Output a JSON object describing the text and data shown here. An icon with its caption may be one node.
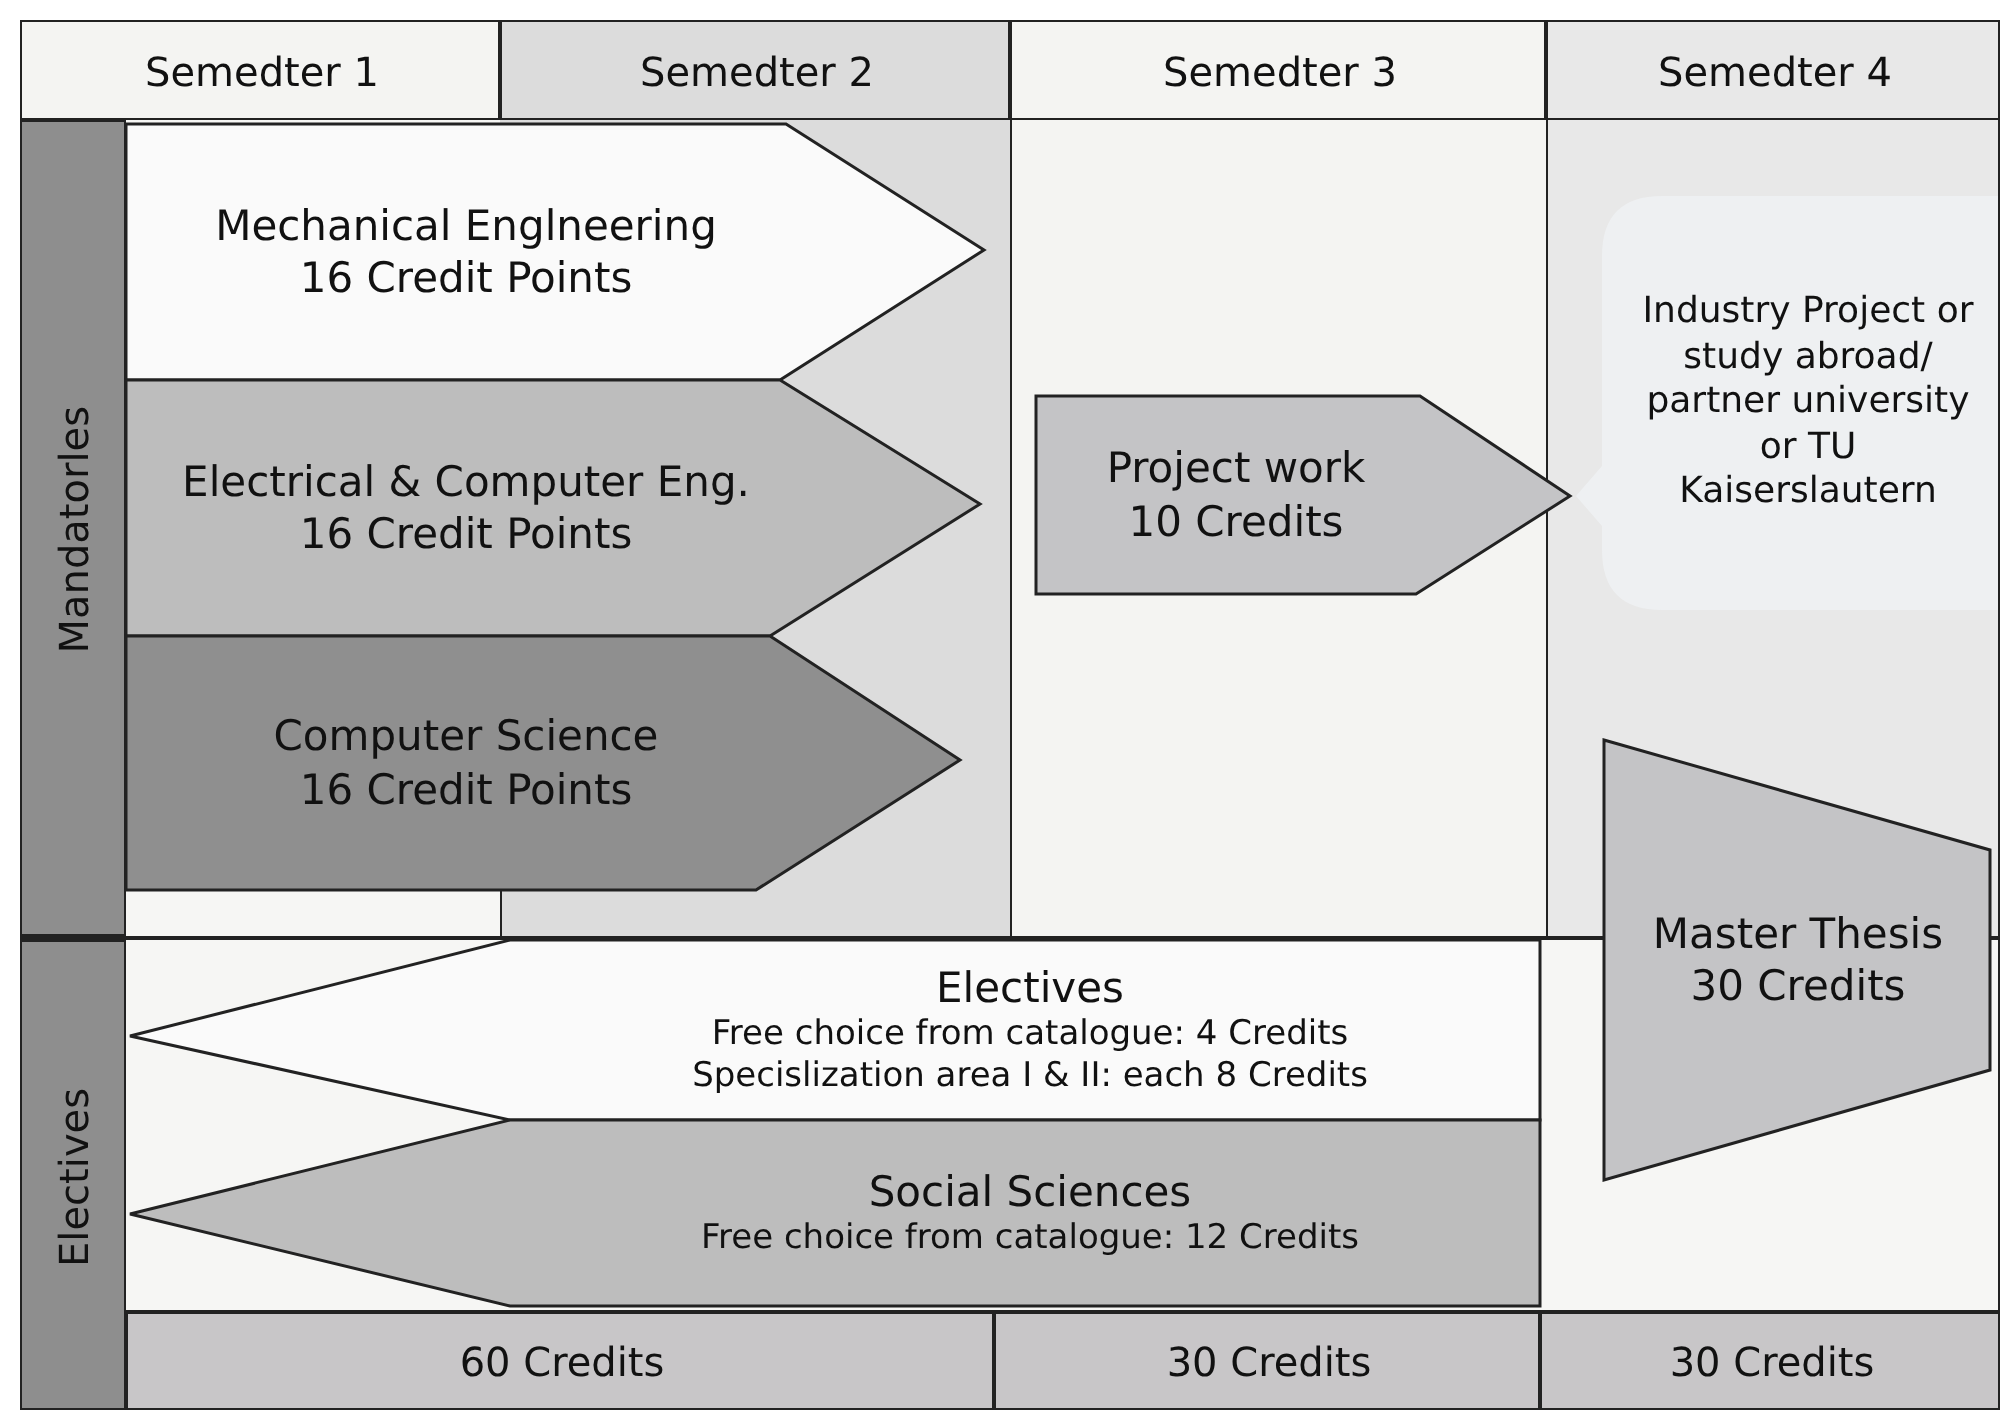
{
  "diagram": {
    "nodes": [
      {
        "text": [
          "Semedter 1"
        ]
      },
      {
        "text": [
          "Semedter 2"
        ]
      },
      {
        "text": [
          "Semedter 3"
        ]
      },
      {
        "text": [
          "Semedter 4"
        ]
      },
      {
        "text": [
          "Mandatorles"
        ]
      },
      {
        "text": [
          "Mechanical Englneering",
          "16 Credit Points"
        ]
      },
      {
        "text": [
          "Electrical & Computer Eng.",
          "16 Credit Points"
        ]
      },
      {
        "text": [
          "Computer Science",
          "16 Credit Points"
        ]
      },
      {
        "text": [
          "Project work",
          "10 Credits"
        ]
      },
      {
        "text": [
          "Industry Project or study abroad/ partner university or TU Kaiserslautern"
        ]
      },
      {
        "text": [
          "Master Thesis",
          "30 Credits"
        ]
      },
      {
        "text": [
          "Electives"
        ]
      },
      {
        "text": [
          "Electives",
          "Free choice from catalogue: 4 Credits",
          "Specislization area I & II: each 8 Credits"
        ]
      },
      {
        "text": [
          "Social Sciences",
          "Free choice from catalogue: 12 Credits"
        ]
      },
      {
        "text": [
          "60 Credits"
        ]
      },
      {
        "text": [
          "30 Credits"
        ]
      },
      {
        "text": [
          "30 Credits"
        ]
      }
    ]
  }
}
